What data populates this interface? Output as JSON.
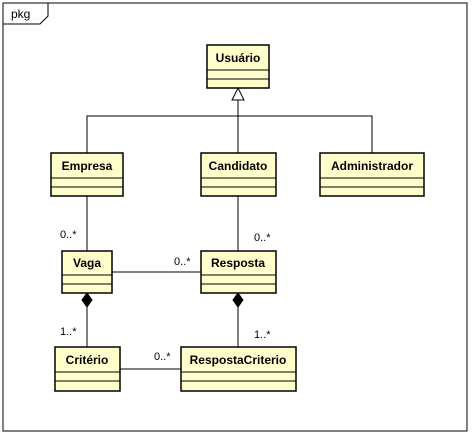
{
  "package": {
    "label": "pkg"
  },
  "classes": {
    "usuario": "Usuário",
    "empresa": "Empresa",
    "candidato": "Candidato",
    "administrador": "Administrador",
    "vaga": "Vaga",
    "resposta": "Resposta",
    "criterio": "Critério",
    "resposta_criterio": "RespostaCriterio"
  },
  "multiplicities": {
    "empresa_vaga": "0..*",
    "candidato_resposta": "0..*",
    "vaga_resposta": "0..*",
    "vaga_criterio": "1..*",
    "resposta_respostacriterio": "1..*",
    "criterio_respostacriterio": "0..*"
  },
  "colors": {
    "class_fill": "#ffffcc",
    "stroke": "#000000",
    "background": "#ffffff"
  }
}
